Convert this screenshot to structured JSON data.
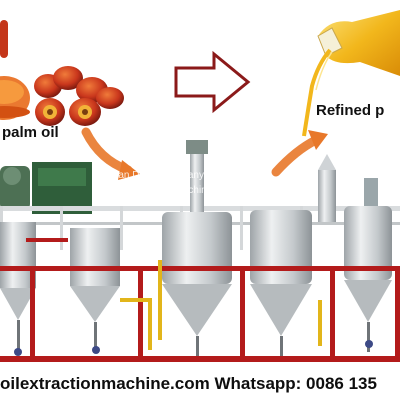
{
  "labels": {
    "source": "palm oil",
    "product": "Refined p"
  },
  "watermark": {
    "line1": "Henan Doing Company",
    "line2": "https://cookingoilmachinery.en.china.cn"
  },
  "footer": {
    "text": "oilextractionmachine.com   Whatsapp: 0086 135"
  },
  "colors": {
    "arrow_outline": "#8b1a1a",
    "flow_arrow": "#e8782a",
    "tank_steel": "#cfd3d6",
    "frame_red": "#b31b1b",
    "pipe_yellow": "#e2b51a",
    "oil_gold": "#f2b71c",
    "palm_fruit": "#c9361c"
  },
  "icons": [
    "palm-fruit-icon",
    "oil-bowl-icon",
    "outline-arrow-icon",
    "oil-bottle-icon"
  ]
}
